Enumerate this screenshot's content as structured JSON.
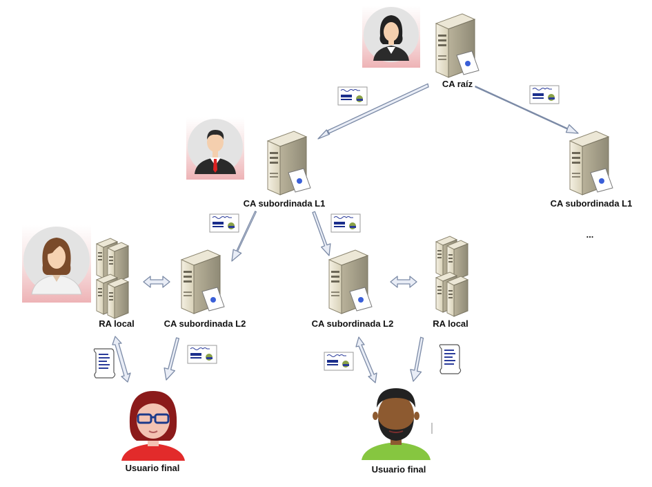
{
  "nodes": {
    "root_ca": "CA raíz",
    "sub_l1_left": "CA subordinada L1",
    "sub_l1_right": "CA subordinada L1",
    "ellipsis": "...",
    "ra_local_left": "RA local",
    "sub_l2_left": "CA subordinada L2",
    "sub_l2_right": "CA subordinada L2",
    "ra_local_right": "RA local",
    "end_user_left": "Usuario final",
    "end_user_right": "Usuario final"
  },
  "icons": {
    "server": "server-icon",
    "server_cluster": "server-cluster-icon",
    "certificate": "certificate-icon",
    "request_scroll": "request-scroll-icon",
    "administrator": "person-avatar-icon"
  },
  "colors": {
    "arrow_fill": "#e9edf6",
    "arrow_stroke": "#7b8aa6",
    "server_body": "#e6e0cc",
    "avatar_bg": "#f3c9cc",
    "cert_ribbon": "#1a2e8c",
    "cert_seal": "#8aa247"
  }
}
